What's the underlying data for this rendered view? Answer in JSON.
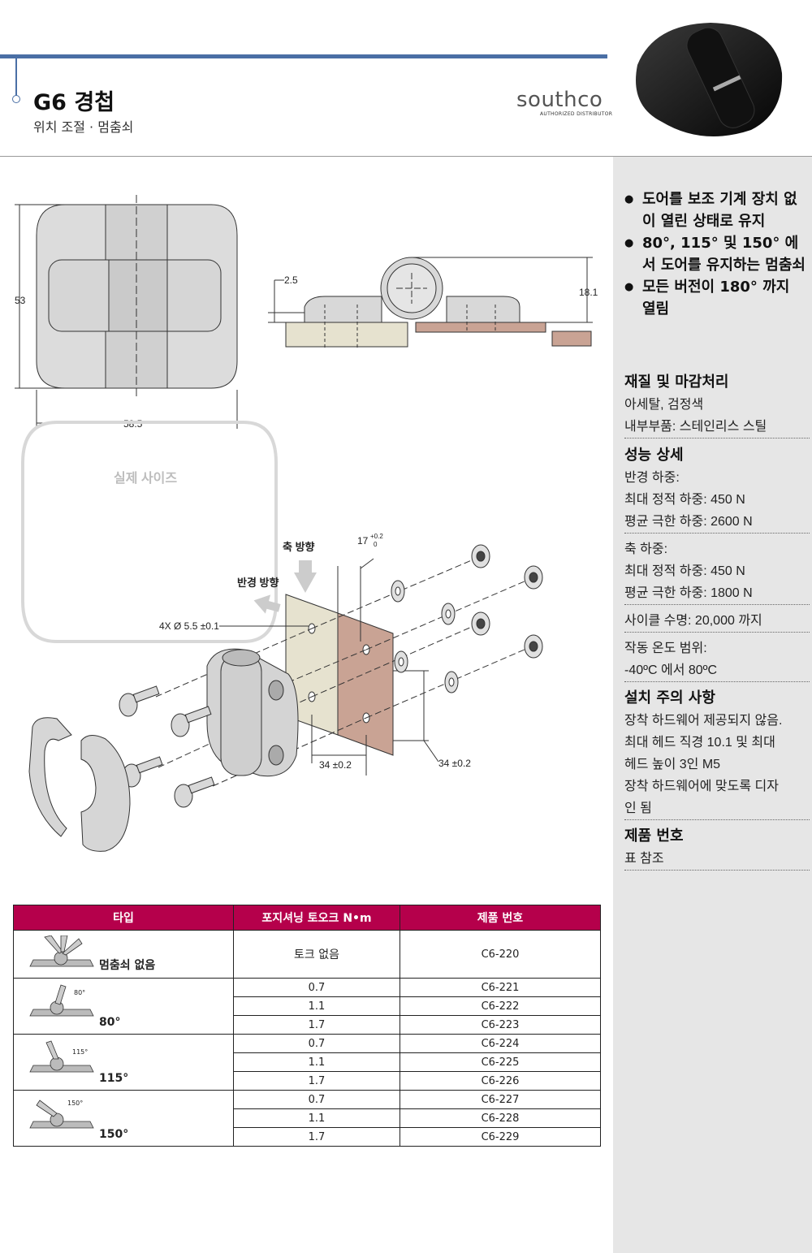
{
  "header": {
    "title": "G6 경첩",
    "subtitle": "위치 조절 · 멈춤쇠",
    "brand": "southco",
    "brand_sub": "AUTHORIZED DISTRIBUTOR"
  },
  "drawing": {
    "dim_53": "53",
    "dim_58_5": "58.5",
    "dim_2_5": "2.5",
    "dim_18_1": "18.1",
    "actual_size": "실제 사이즈",
    "axial_dir": "축 방향",
    "radial_dir": "반경 방향",
    "dim_17": "17",
    "dim_17_tol_top": "+0.2",
    "dim_17_tol_bot": "0",
    "holes": "4X Ø 5.5 ±0.1",
    "dim_34_a": "34 ±0.2",
    "dim_34_b": "34 ±0.2"
  },
  "features": [
    "도어를 보조 기계 장치 없이 열린 상태로 유지",
    "80°, 115° 및 150° 에서 도어를 유지하는 멈춤쇠",
    "모든 버전이 180° 까지 열림"
  ],
  "material": {
    "heading": "재질 및 마감처리",
    "lines": [
      "아세탈, 검정색",
      "내부부품: 스테인리스 스틸"
    ]
  },
  "performance": {
    "heading": "성능 상세",
    "radial": [
      "반경 하중:",
      "최대 정적 하중: 450 N",
      "평균 극한 하중: 2600 N"
    ],
    "axial": [
      "축 하중:",
      "최대 정적 하중: 450 N",
      "평균 극한 하중: 1800 N"
    ],
    "cycle": "사이클 수명: 20,000 까지",
    "temp": [
      "작동 온도 범위:",
      "-40ºC 에서 80ºC"
    ]
  },
  "install": {
    "heading": "설치 주의 사항",
    "lines": [
      "장착 하드웨어 제공되지 않음.",
      "최대 헤드 직경 10.1 및 최대",
      "헤드 높이 3인 M5",
      "장착 하드웨어에 맞도록 디자",
      "인 됨"
    ]
  },
  "partno": {
    "heading": "제품 번호",
    "line": "표 참조"
  },
  "table": {
    "headers": [
      "타입",
      "포지셔닝 토오크 N•m",
      "제품 번호"
    ],
    "groups": [
      {
        "label": "멈춤쇠 없음",
        "angle": "",
        "rows": [
          {
            "torque": "토크 없음",
            "part": "C6-220"
          }
        ]
      },
      {
        "label": "80°",
        "angle": "80°",
        "rows": [
          {
            "torque": "0.7",
            "part": "C6-221"
          },
          {
            "torque": "1.1",
            "part": "C6-222"
          },
          {
            "torque": "1.7",
            "part": "C6-223"
          }
        ]
      },
      {
        "label": "115°",
        "angle": "115°",
        "rows": [
          {
            "torque": "0.7",
            "part": "C6-224"
          },
          {
            "torque": "1.1",
            "part": "C6-225"
          },
          {
            "torque": "1.7",
            "part": "C6-226"
          }
        ]
      },
      {
        "label": "150°",
        "angle": "150°",
        "rows": [
          {
            "torque": "0.7",
            "part": "C6-227"
          },
          {
            "torque": "1.1",
            "part": "C6-228"
          },
          {
            "torque": "1.7",
            "part": "C6-229"
          }
        ]
      }
    ]
  },
  "colors": {
    "accent": "#4a6fa5",
    "table_header": "#b5004b",
    "sidebar": "#e6e6e6"
  }
}
